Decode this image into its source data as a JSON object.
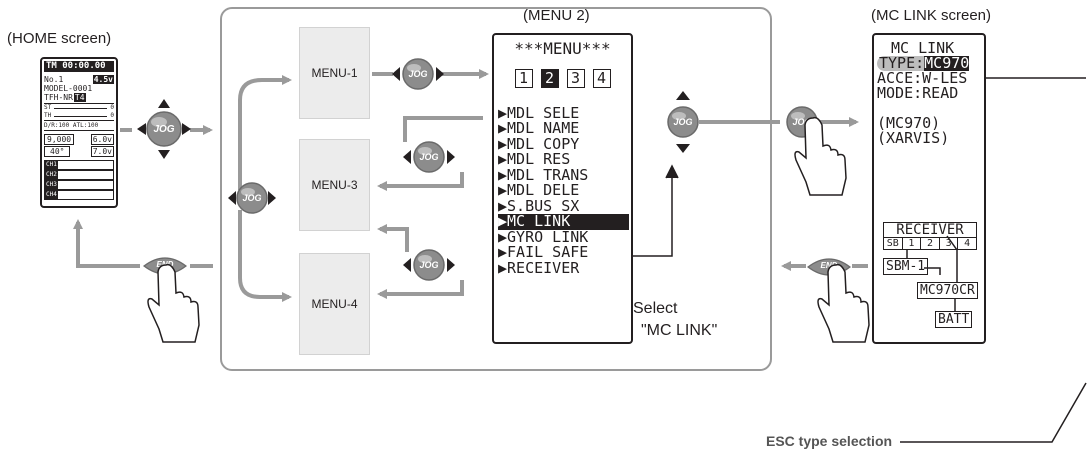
{
  "captions": {
    "home": "(HOME screen)",
    "menu2": "(MENU 2)",
    "mclink": "(MC LINK screen)",
    "select_1": "Select",
    "select_2": "\"MC LINK\"",
    "esc": "ESC type selection"
  },
  "home_screen": {
    "timer": "TM 00:00.00",
    "model_no": "No.1",
    "battery": "4.5v",
    "model_name": "MODEL-0001",
    "type_line": "TFH-NR",
    "type_badge": "T4",
    "st_label": "ST",
    "th_label": "TH",
    "trim_value": "0",
    "dr_line": "D/R:100 ATL:100",
    "row1_a": "9,000",
    "row1_b": "6.0v",
    "row2_a": "40°",
    "row2_b": "7.0v",
    "channels": [
      "CH1",
      "CH2",
      "CH3",
      "CH4"
    ]
  },
  "menu_boxes": [
    "MENU-1",
    "MENU-3",
    "MENU-4"
  ],
  "menu2_screen": {
    "title": "***MENU***",
    "pages": [
      "1",
      "2",
      "3",
      "4"
    ],
    "active_page": "2",
    "items": [
      "MDL SELE",
      "MDL NAME",
      "MDL COPY",
      "MDL RES",
      "MDL TRANS",
      "MDL DELE",
      "S.BUS SX",
      "MC LINK",
      "GYRO LINK",
      "FAIL SAFE",
      "RECEIVER"
    ],
    "selected_item": "MC LINK"
  },
  "mclink_screen": {
    "title": "MC LINK",
    "type_label": "TYPE:",
    "type_value": "MC970",
    "acce": "ACCE:W-LES",
    "mode": "MODE:READ",
    "model1": "(MC970)",
    "model2": "(XARVIS)",
    "receiver_title": "RECEIVER",
    "receiver_ports": [
      "SB",
      "1",
      "2",
      "3",
      "4"
    ],
    "sbm": "SBM-1",
    "mc970cr": "MC970CR",
    "batt": "BATT"
  },
  "controls": {
    "jog": "JOG",
    "end": "END"
  },
  "colors": {
    "arrow_gray": "#9a9a9a",
    "button_gray": "#8c8c8c",
    "text": "#231f20"
  }
}
